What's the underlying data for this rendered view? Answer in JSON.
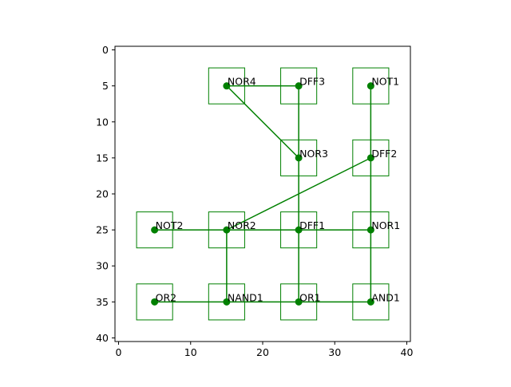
{
  "chart_data": {
    "type": "scatter",
    "title": "",
    "xlabel": "",
    "ylabel": "",
    "xlim": [
      -0.5,
      40.5
    ],
    "ylim": [
      40.5,
      -0.5
    ],
    "y_inverted": true,
    "grid": false,
    "xticks": [
      0,
      10,
      20,
      30,
      40
    ],
    "yticks": [
      0,
      5,
      10,
      15,
      20,
      25,
      30,
      35,
      40
    ],
    "color": "#008000",
    "box_half_size": 2.5,
    "nodes": [
      {
        "name": "NOR4",
        "x": 15,
        "y": 5
      },
      {
        "name": "DFF3",
        "x": 25,
        "y": 5
      },
      {
        "name": "NOT1",
        "x": 35,
        "y": 5
      },
      {
        "name": "NOR3",
        "x": 25,
        "y": 15
      },
      {
        "name": "DFF2",
        "x": 35,
        "y": 15
      },
      {
        "name": "NOT2",
        "x": 5,
        "y": 25
      },
      {
        "name": "NOR2",
        "x": 15,
        "y": 25
      },
      {
        "name": "DFF1",
        "x": 25,
        "y": 25
      },
      {
        "name": "NOR1",
        "x": 35,
        "y": 25
      },
      {
        "name": "OR2",
        "x": 5,
        "y": 35
      },
      {
        "name": "NAND1",
        "x": 15,
        "y": 35
      },
      {
        "name": "OR1",
        "x": 25,
        "y": 35
      },
      {
        "name": "AND1",
        "x": 35,
        "y": 35
      }
    ],
    "edges": [
      [
        "NOR4",
        "DFF3"
      ],
      [
        "NOR4",
        "NOR3"
      ],
      [
        "DFF3",
        "OR1"
      ],
      [
        "NOT1",
        "AND1"
      ],
      [
        "DFF2",
        "NOR2"
      ],
      [
        "NOT2",
        "NOR1"
      ],
      [
        "NOR2",
        "NAND1"
      ],
      [
        "OR2",
        "AND1"
      ]
    ]
  }
}
